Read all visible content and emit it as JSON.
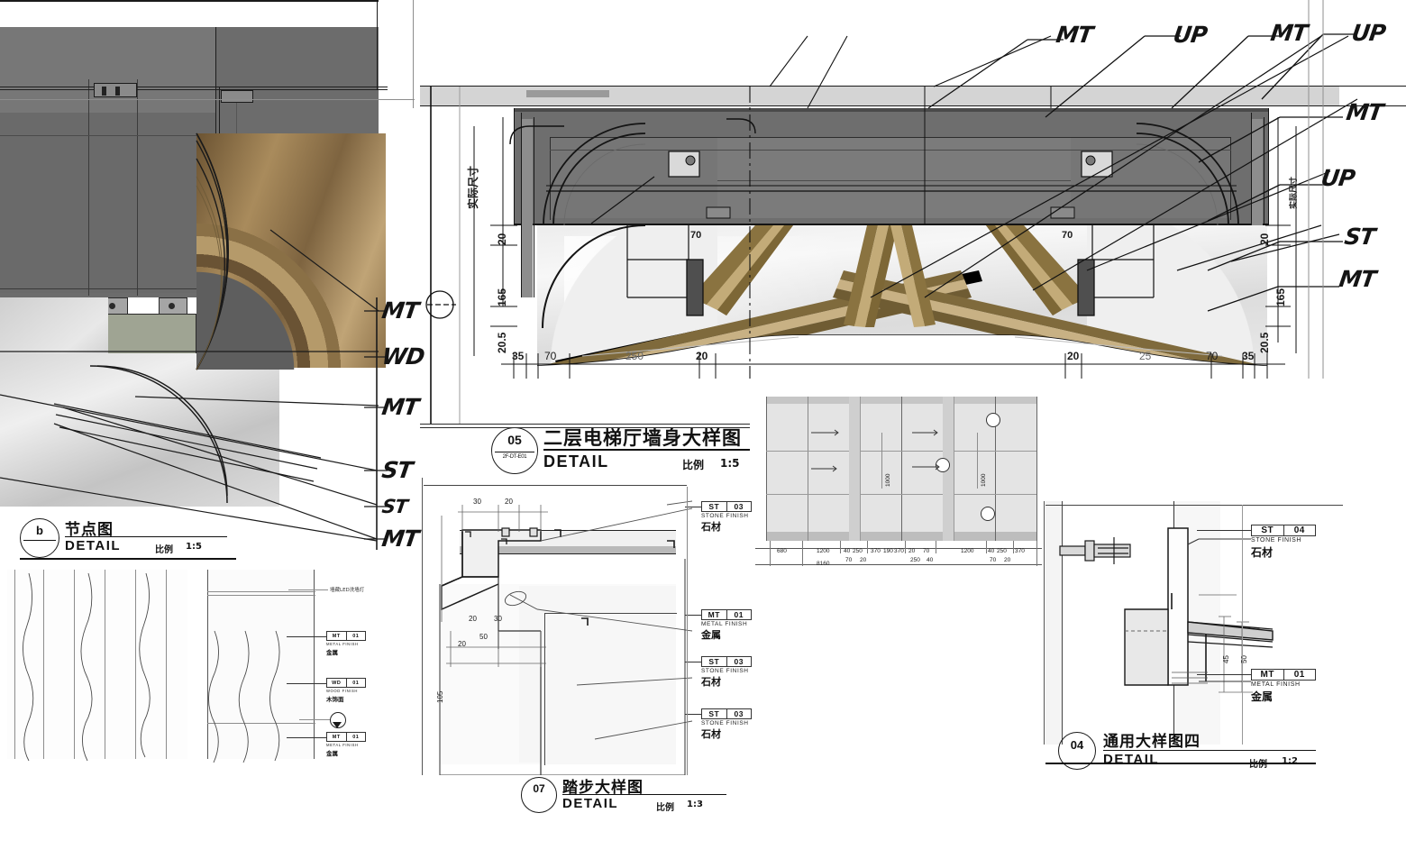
{
  "sheet": {
    "type": "architectural-detail-drawing",
    "background": "#ffffff",
    "line_color": "#2b2b2b"
  },
  "details": [
    {
      "id": "05",
      "tag_sub": "2F-DT-E01",
      "title_cn": "二层电梯厅墙身大样图",
      "title_en": "DETAIL",
      "scale_label": "比例",
      "scale": "1:5"
    },
    {
      "id": "b",
      "tag_sub": "",
      "title_cn": "节点图",
      "title_en": "DETAIL",
      "scale_label": "比例",
      "scale": "1:5"
    },
    {
      "id": "07",
      "tag_sub": "",
      "title_cn": "踏步大样图",
      "title_en": "DETAIL",
      "scale_label": "比例",
      "scale": "1:3"
    },
    {
      "id": "04",
      "tag_sub": "",
      "title_cn": "通用大样图四",
      "title_en": "DETAIL",
      "scale_label": "比例",
      "scale": "1:2"
    }
  ],
  "material_tags": {
    "step_detail": [
      {
        "code": "ST",
        "num": "03",
        "en": "STONE FINISH",
        "cn": "石材"
      },
      {
        "code": "MT",
        "num": "01",
        "en": "METAL FINISH",
        "cn": "金属"
      },
      {
        "code": "ST",
        "num": "03",
        "en": "STONE FINISH",
        "cn": "石材"
      },
      {
        "code": "ST",
        "num": "03",
        "en": "STONE FINISH",
        "cn": "石材"
      }
    ],
    "general_detail": [
      {
        "code": "ST",
        "num": "04",
        "en": "STONE FINISH",
        "cn": "石材"
      },
      {
        "code": "MT",
        "num": "01",
        "en": "METAL FINISH",
        "cn": "金属"
      }
    ],
    "node_detail": [
      {
        "code": "MT",
        "num": "01",
        "en": "METAL FINISH",
        "cn": "金属"
      },
      {
        "code": "WD",
        "num": "01",
        "en": "WOOD FINISH",
        "cn": "木饰面"
      },
      {
        "code": "MT",
        "num": "01",
        "en": "METAL FINISH",
        "cn": "金属"
      }
    ],
    "node_note_cn": "墙藏LED洗墙灯"
  },
  "hand_labels": {
    "left_column": [
      "MT",
      "WD",
      "MT",
      "ST",
      "ST",
      "MT"
    ],
    "top_row": [
      "MT",
      "UP",
      "MT",
      "UP"
    ],
    "right_column": [
      "MT",
      "UP",
      "ST",
      "MT"
    ]
  },
  "dimensions": {
    "detail05_bottom_left": [
      "35",
      "70",
      "250",
      "20"
    ],
    "detail05_bottom_right": [
      "20",
      "25",
      "70",
      "35"
    ],
    "detail05_vertical_left": [
      "实际尺寸",
      "20",
      "165",
      "20.5"
    ],
    "detail05_vertical_right": [
      "实际尺寸",
      "20",
      "165",
      "20.5"
    ],
    "detail05_inner_callouts": [
      "70",
      "70"
    ],
    "elevation_run_top": [
      "680",
      "1200",
      "40",
      "250",
      "370",
      "190",
      "370",
      "20",
      "70"
    ],
    "elevation_run_bottom": [
      "70",
      "20",
      "250",
      "40"
    ],
    "elevation_run_two": [
      "1200",
      "40",
      "250",
      "370",
      "190",
      "370",
      "20",
      "70"
    ],
    "elevation_total": "8160",
    "elevation_heights": [
      "1000",
      "1000"
    ],
    "step_detail_dims": [
      "30",
      "20",
      "20",
      "20",
      "30",
      "50",
      "105"
    ],
    "general_detail_dims": [
      "45",
      "50"
    ]
  }
}
